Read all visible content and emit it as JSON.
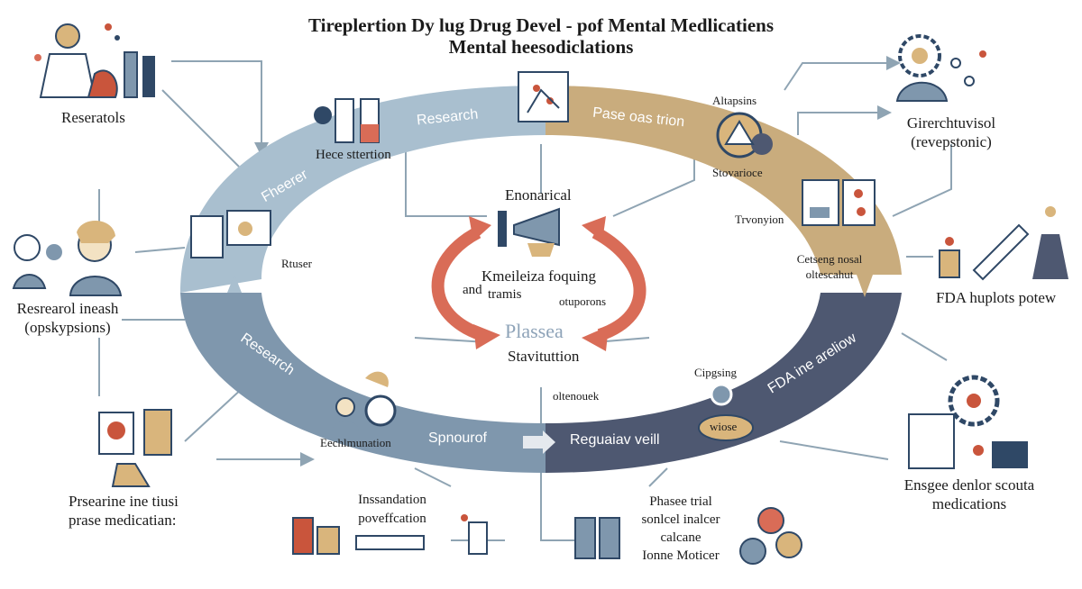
{
  "title": {
    "line1": "Tireplertion Dy lug Drug Devel - pof Mental Medlicatiens",
    "line2": "Mental heesodiclations"
  },
  "ring_labels": {
    "research_top": "Research",
    "phase_top": "Pase oas trion",
    "fheerer": "Fheerer",
    "research_left": "Research",
    "spnourof": "Spnourof",
    "reguaiav": "Reguaiav veill",
    "fda_ring": "FDA ine areliow"
  },
  "outer_labels": {
    "researchtols": "Reseratols",
    "researchers_line1": "Resrearol ineash",
    "researchers_line2": "(opskypsions)",
    "prescribing_line1": "Prsearine ine tiusi",
    "prescribing_line2": "prase medicatian:",
    "gerchet_line1": "Girerchtuvisol",
    "gerchet_line2": "(revepstonic)",
    "fda_approval": "FDA huplots potew",
    "ensure_line1": "Ensgee denlor scouta",
    "ensure_line2": "medications"
  },
  "inner_labels": {
    "hece": "Hece sttertion",
    "altapsins": "Altapsins",
    "stovarioce": "Stovarioce",
    "tryonyion": "Trvonyion",
    "cetseng_line1": "Cetseng nosal",
    "cetseng_line2": "oltescahut",
    "ruser": "Rtuser",
    "enonarical": "Enonarical",
    "kmeileiza": "Kmeileiza foquing",
    "and": "and",
    "tramis": "tramis",
    "otuporons": "otuporons",
    "plasea": "Plassea",
    "stavituttion": "Stavituttion",
    "oltenouek": "oltenouek",
    "cipgsing": "Cipgsing",
    "wiose": "wiose",
    "echlmunation": "Eechlmunation",
    "insandation_line1": "Inssandation",
    "insandation_line2": "poveffcation",
    "phase_trial_line1": "Phasee trial",
    "phase_trial_line2": "sonlcel inalcer",
    "phase_trial_line3": "calcane",
    "phase_trial_line4": "Ionne Moticer"
  },
  "colors": {
    "ring_light_blue": "#a9bfcf",
    "ring_tan": "#c9ac7d",
    "ring_slate": "#7f97ad",
    "ring_navy": "#4e5871",
    "arrow_red": "#d96c57",
    "icon_navy": "#2f4866",
    "icon_red": "#c9553c",
    "icon_tan": "#d9b57c",
    "connector": "#8fa4b3"
  }
}
